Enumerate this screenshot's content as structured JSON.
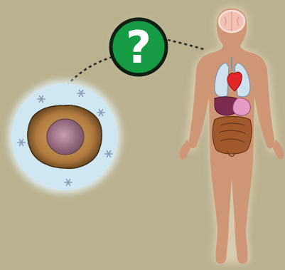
{
  "scene": {
    "background_color": "#b9b08f",
    "question_badge": {
      "glyph": "?",
      "fill": "#169b45",
      "icon": "question-mark-icon"
    },
    "frozen_cell": {
      "halo_fill": "#d0e7f1",
      "cell_color": "#b07a3e",
      "nucleus_color": "#b88aa0",
      "snowflake_color": "#8a9ab4",
      "icon": "snowflake-icon"
    },
    "human_body": {
      "skin_color": "#cf9676",
      "organs": [
        "brain",
        "lungs",
        "heart",
        "liver",
        "stomach",
        "intestines"
      ]
    }
  }
}
